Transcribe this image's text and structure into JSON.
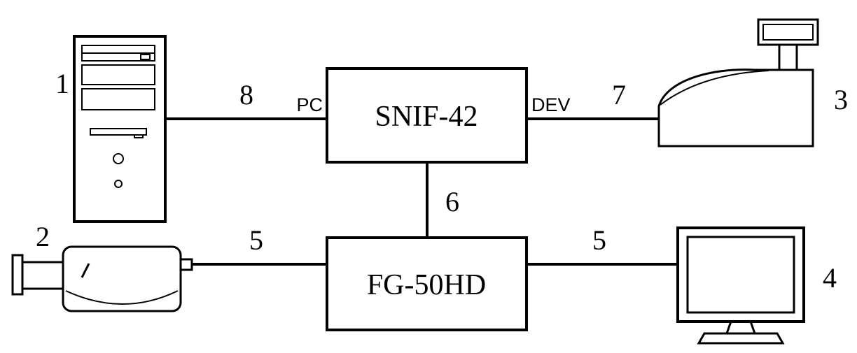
{
  "diagram": {
    "boxes": {
      "snif": {
        "label": "SNIF-42"
      },
      "fg": {
        "label": "FG-50HD"
      }
    },
    "ports": {
      "pc": "PC",
      "dev": "DEV"
    },
    "cables": {
      "c8": "8",
      "c7": "7",
      "c6": "6",
      "c5a": "5",
      "c5b": "5"
    },
    "devices": {
      "computer": {
        "number": "1"
      },
      "camera": {
        "number": "2"
      },
      "register": {
        "number": "3"
      },
      "monitor": {
        "number": "4"
      }
    }
  }
}
